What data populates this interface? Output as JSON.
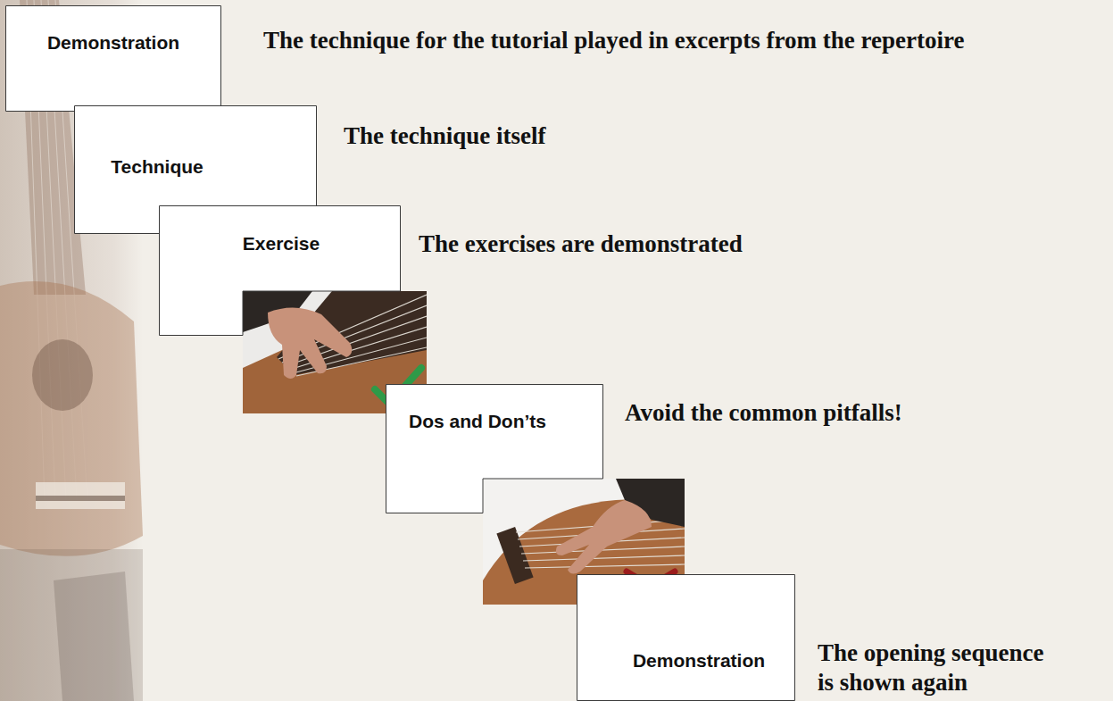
{
  "diagram": {
    "nodes": [
      {
        "text": [
          "Demonstration"
        ]
      },
      {
        "text": [
          "Technique"
        ]
      },
      {
        "text": [
          "Exercise"
        ]
      },
      {
        "text": [
          "Dos and Don’ts"
        ]
      },
      {
        "text": [
          "Demonstration"
        ]
      }
    ],
    "labels": [
      "The technique for the tutorial played in excerpts from the repertoire",
      "The technique itself",
      "The exercises are demonstrated",
      "Avoid the common pitfalls!",
      "The opening sequence is shown again"
    ]
  }
}
